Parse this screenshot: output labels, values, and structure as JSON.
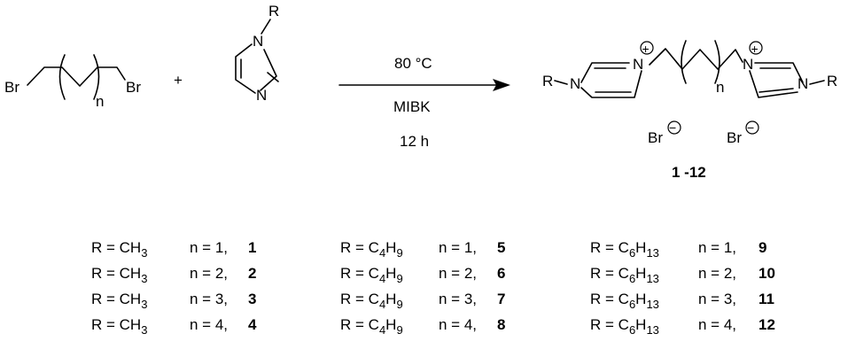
{
  "scheme": {
    "reactant1": {
      "left_atom": "Br",
      "right_atom": "Br",
      "repeat_subscript": "n"
    },
    "plus_sign": "+",
    "reactant2": {
      "substituent": "R",
      "ring_atom_top": "N",
      "ring_atom_bottom": "N"
    },
    "conditions": {
      "temperature": "80 °C",
      "solvent": "MIBK",
      "time": "12 h"
    },
    "product": {
      "left_substituent": "R",
      "left_n_alkyl": "N",
      "left_n_cation": "N",
      "repeat_subscript": "n",
      "right_n_cation": "N",
      "right_n_alkyl": "N",
      "right_substituent": "R",
      "counterion_1": "Br",
      "counterion_2": "Br",
      "charge_plus": "+",
      "charge_minus": "−",
      "compound_range": "1 -12"
    }
  },
  "table": [
    [
      {
        "r_prefix": "R = CH",
        "r_sub": "3",
        "r_after": "",
        "r_sub2": "",
        "n_text": "n = 1,",
        "compound": "1"
      },
      {
        "r_prefix": "R = CH",
        "r_sub": "3",
        "r_after": "",
        "r_sub2": "",
        "n_text": "n = 2,",
        "compound": "2"
      },
      {
        "r_prefix": "R = CH",
        "r_sub": "3",
        "r_after": "",
        "r_sub2": "",
        "n_text": "n = 3,",
        "compound": "3"
      },
      {
        "r_prefix": "R = CH",
        "r_sub": "3",
        "r_after": "",
        "r_sub2": "",
        "n_text": "n = 4,",
        "compound": "4"
      }
    ],
    [
      {
        "r_prefix": "R = C",
        "r_sub": "4",
        "r_after": "H",
        "r_sub2": "9",
        "n_text": "n = 1,",
        "compound": "5"
      },
      {
        "r_prefix": "R = C",
        "r_sub": "4",
        "r_after": "H",
        "r_sub2": "9",
        "n_text": "n = 2,",
        "compound": "6"
      },
      {
        "r_prefix": "R = C",
        "r_sub": "4",
        "r_after": "H",
        "r_sub2": "9",
        "n_text": "n = 3,",
        "compound": "7"
      },
      {
        "r_prefix": "R = C",
        "r_sub": "4",
        "r_after": "H",
        "r_sub2": "9",
        "n_text": "n = 4,",
        "compound": "8"
      }
    ],
    [
      {
        "r_prefix": "R = C",
        "r_sub": "6",
        "r_after": "H",
        "r_sub2": "13",
        "n_text": "n = 1,",
        "compound": "9"
      },
      {
        "r_prefix": "R = C",
        "r_sub": "6",
        "r_after": "H",
        "r_sub2": "13",
        "n_text": "n = 2,",
        "compound": "10"
      },
      {
        "r_prefix": "R = C",
        "r_sub": "6",
        "r_after": "H",
        "r_sub2": "13",
        "n_text": "n = 3,",
        "compound": "11"
      },
      {
        "r_prefix": "R = C",
        "r_sub": "6",
        "r_after": "H",
        "r_sub2": "13",
        "n_text": "n = 4,",
        "compound": "12"
      }
    ]
  ]
}
